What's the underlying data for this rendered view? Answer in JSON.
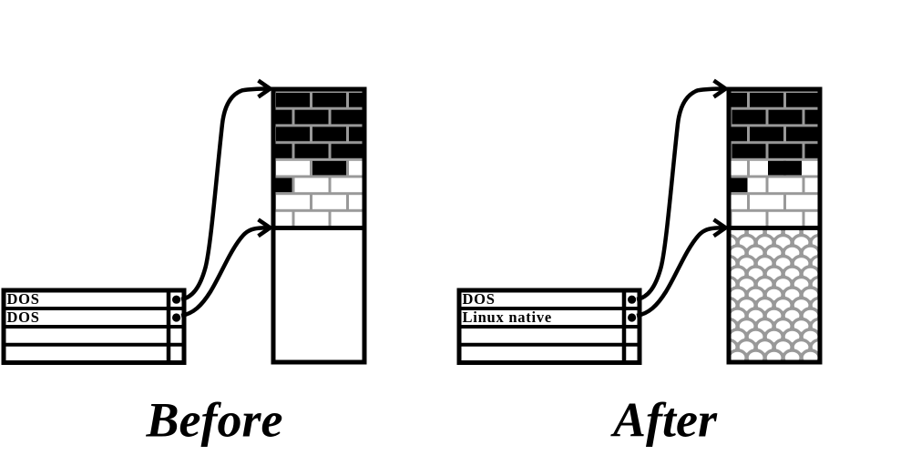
{
  "figure": {
    "before": {
      "caption": "Before",
      "table": {
        "rows": [
          "DOS",
          "DOS",
          "",
          ""
        ]
      }
    },
    "after": {
      "caption": "After",
      "table": {
        "rows": [
          "DOS",
          "Linux native",
          "",
          ""
        ]
      }
    }
  },
  "colors": {
    "background": "#ffffff",
    "ink": "#000000",
    "brick_mortar_gray": "#999999",
    "scale_pattern_gray": "#999999"
  }
}
